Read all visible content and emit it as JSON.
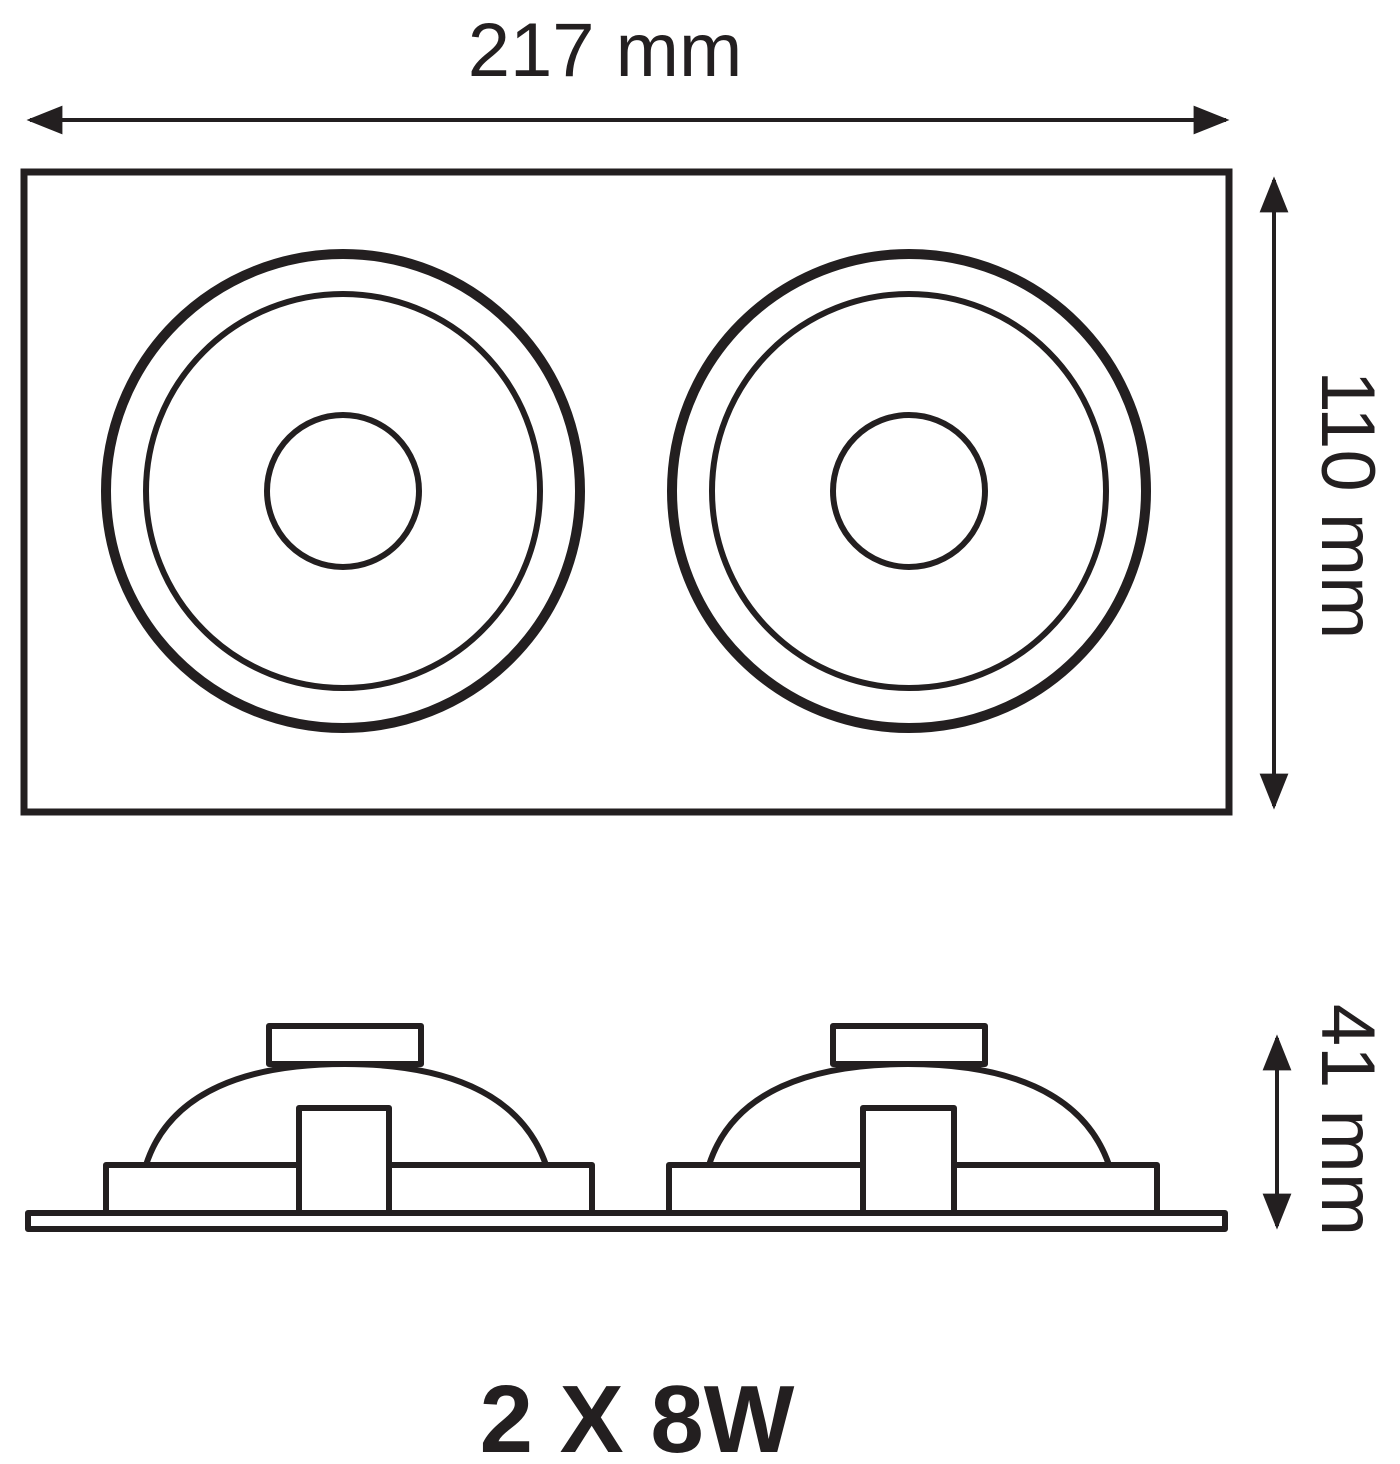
{
  "dimensions": {
    "width_label": "217 mm",
    "height_label": "110 mm",
    "depth_label": "41 mm"
  },
  "power_label": "2 X 8W",
  "colors": {
    "line": "#231f20",
    "background": "#ffffff"
  },
  "views": {
    "top_view_light_count": 2,
    "side_view_light_count": 2
  }
}
